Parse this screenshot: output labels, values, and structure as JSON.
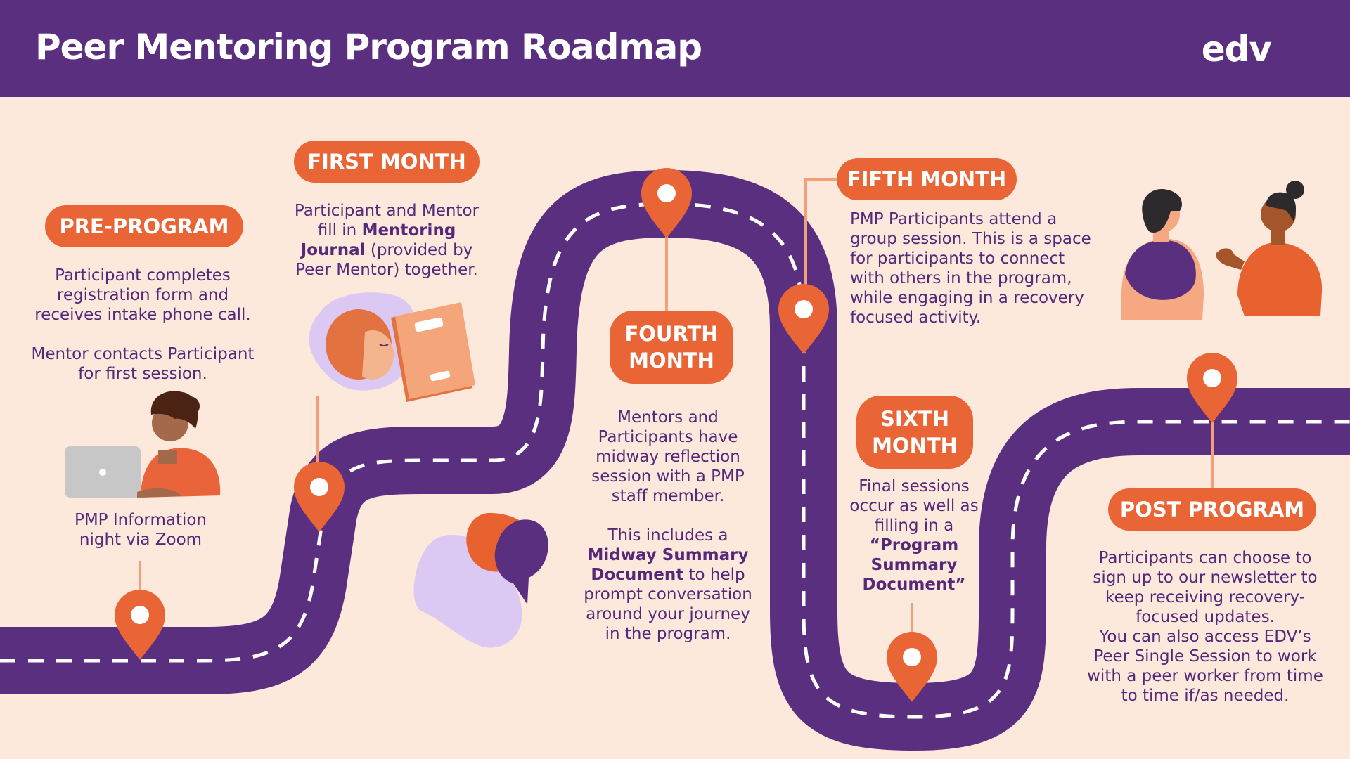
{
  "header": {
    "title": "Peer Mentoring Program Roadmap",
    "logo_text": "edv"
  },
  "colors": {
    "purple": "#5b2f7f",
    "orange": "#ea6536",
    "background": "#fde9dc",
    "lavender": "#d8c5f2"
  },
  "icons": [
    "map-pin-icon",
    "laptop-person-illustration",
    "journal-illustration",
    "speech-bubbles-illustration",
    "two-people-talking-illustration",
    "edv-leaf-logo-icon"
  ],
  "stages": {
    "pre_program": {
      "label": "PRE-PROGRAM",
      "line1": "Participant completes registration form and receives intake phone call.",
      "line2": "Mentor contacts Participant for first session.",
      "line3": "PMP Information night via Zoom"
    },
    "first_month": {
      "label": "FIRST MONTH",
      "pre": "Participant and Mentor fill in ",
      "em": "Mentoring Journal",
      "post": " (provided by Peer Mentor) together."
    },
    "fourth_month": {
      "label_line1": "FOURTH",
      "label_line2": "MONTH",
      "para1": "Mentors and Participants have midway reflection session with a PMP staff member.",
      "para2_pre": "This includes a ",
      "para2_em": "Midway Summary Document",
      "para2_post": " to help prompt conversation around your journey in the program."
    },
    "fifth_month": {
      "label": "FIFTH MONTH",
      "text": "PMP Participants attend a group session. This is a space for participants to connect with others in the program, while engaging in a recovery focused activity."
    },
    "sixth_month": {
      "label_line1": "SIXTH",
      "label_line2": "MONTH",
      "pre": "Final sessions occur as well as filling in a ",
      "em": "“Program Summary Document”"
    },
    "post_program": {
      "label": "POST PROGRAM",
      "text1": "Participants can choose to sign up to our newsletter to keep receiving recovery-focused updates.",
      "text2": "You can also access EDV’s Peer Single Session to work with a peer worker from time to time if/as needed."
    }
  }
}
